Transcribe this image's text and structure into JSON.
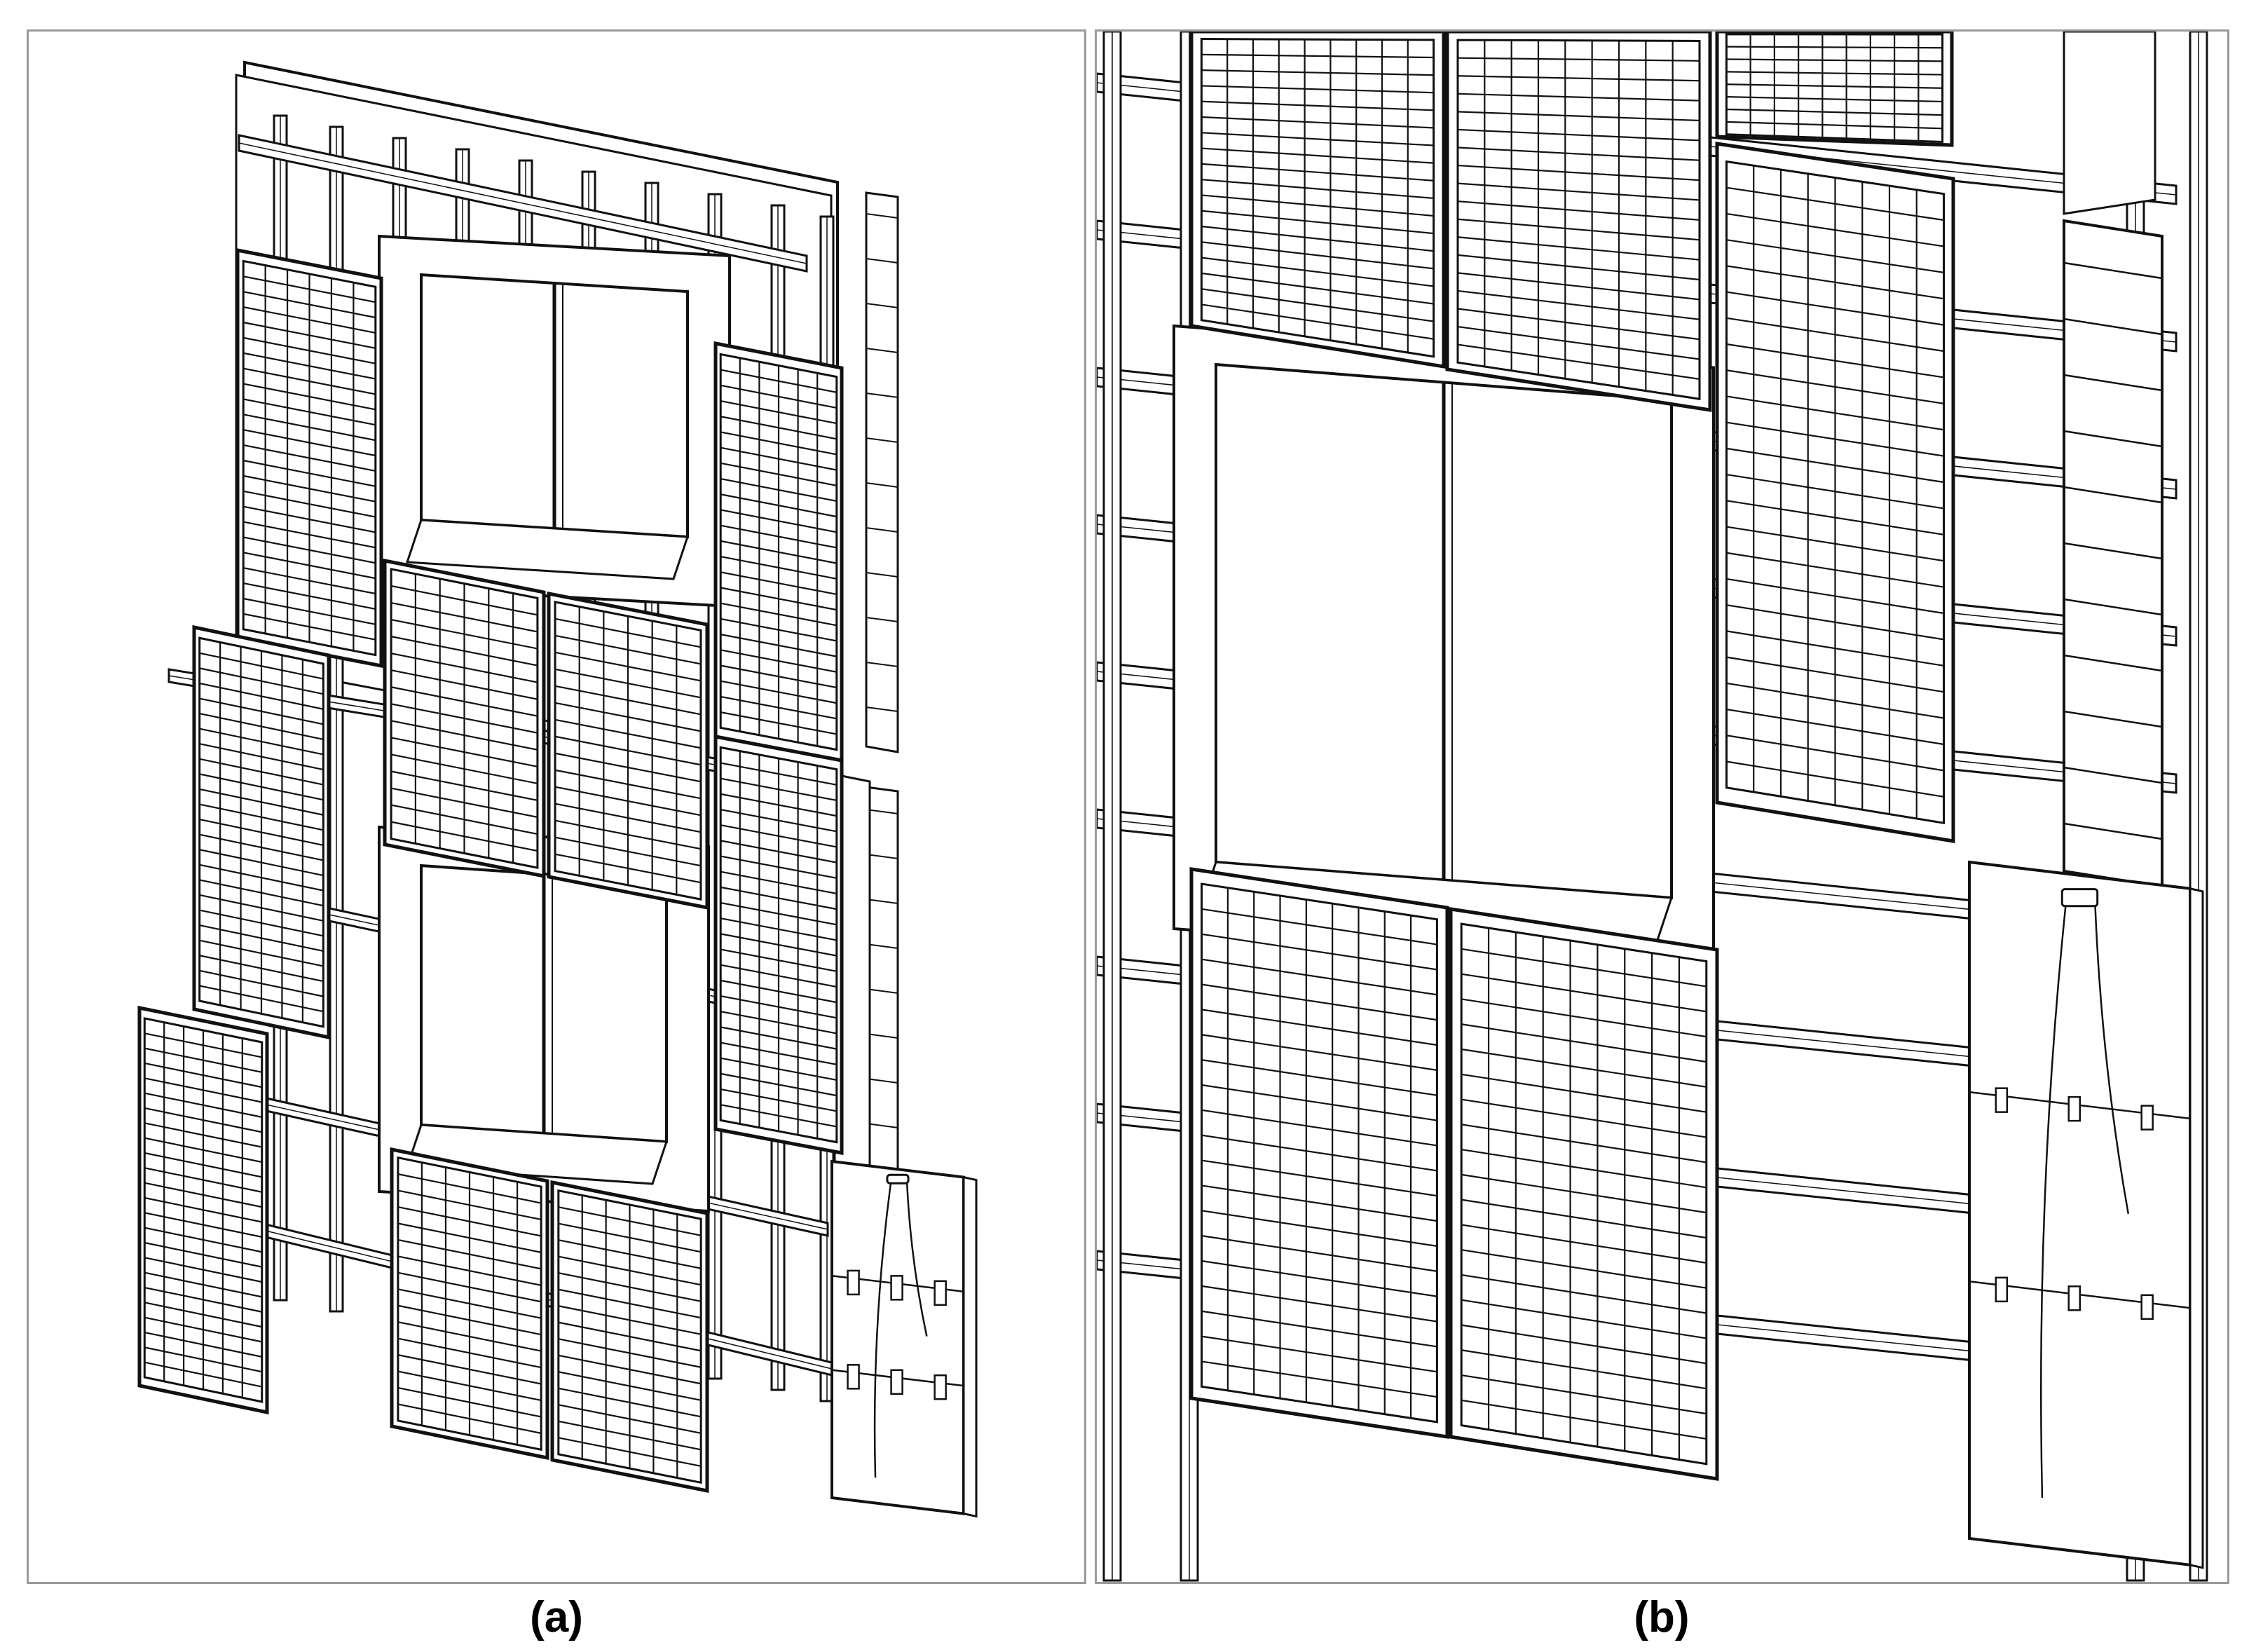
{
  "figure": {
    "panels": [
      {
        "id": "a",
        "caption": "(a)"
      },
      {
        "id": "b",
        "caption": "(b)"
      }
    ],
    "colors": {
      "line": "#111111",
      "frame": "#9a9a9a",
      "background": "#ffffff"
    }
  }
}
